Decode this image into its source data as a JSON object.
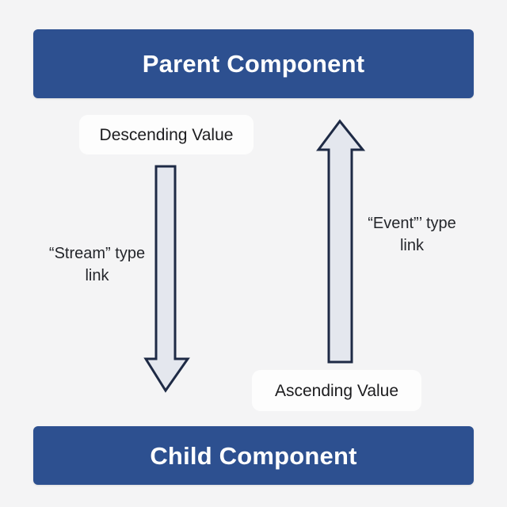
{
  "diagram": {
    "background_color": "#f4f4f5",
    "box_color": "#2d5090",
    "arrow_fill_color": "#e4e7ee",
    "arrow_stroke_color": "#1e2a45",
    "pill_color": "#fdfdfd",
    "text_color": "#24262b"
  },
  "nodes": {
    "parent": {
      "label": "Parent Component"
    },
    "child": {
      "label": "Child Component"
    }
  },
  "flows": {
    "downward": {
      "pill_label": "Descending Value",
      "type_label": "“Stream” type\nlink",
      "direction": "down",
      "from": "Parent Component",
      "to": "Child Component"
    },
    "upward": {
      "pill_label": "Ascending Value",
      "type_label": "“Event”’  type\nlink",
      "direction": "up",
      "from": "Child Component",
      "to": "Parent Component"
    }
  }
}
